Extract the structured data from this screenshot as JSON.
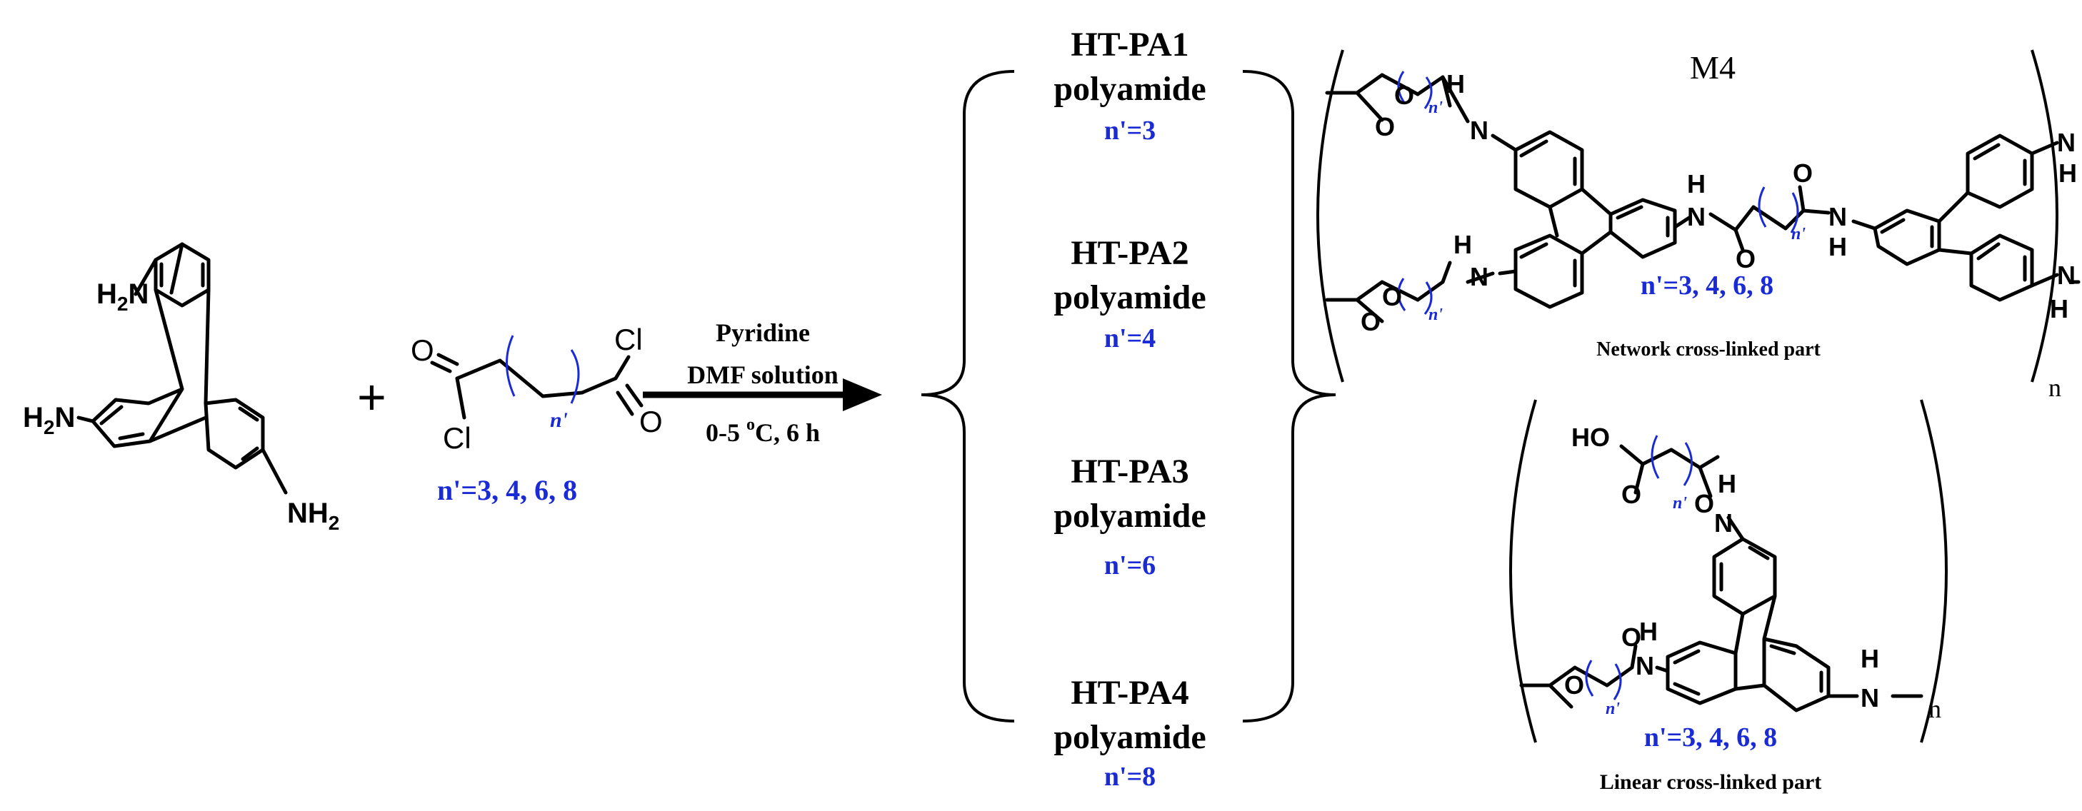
{
  "reactants": {
    "triamine_labels": [
      "H2N",
      "H2N",
      "NH2"
    ],
    "plus_sign": "+",
    "acid_chloride": {
      "atoms": {
        "cl_top": "Cl",
        "o_right": "O",
        "o_left": "O",
        "cl_bottom": "Cl"
      },
      "repeat_label": "n'",
      "n_values": "n'=3, 4, 6, 8"
    }
  },
  "conditions": {
    "line1": "Pyridine",
    "line2": "DMF solution",
    "line3_prefix": "0-5 ",
    "line3_super": "o",
    "line3_suffix": "C, 6 h"
  },
  "products": [
    {
      "name": "HT-PA1",
      "type": "polyamide",
      "n": "n'=3"
    },
    {
      "name": "HT-PA2",
      "type": "polyamide",
      "n": "n'=4"
    },
    {
      "name": "HT-PA3",
      "type": "polyamide",
      "n": "n'=6"
    },
    {
      "name": "HT-PA4",
      "type": "polyamide",
      "n": "n'=8"
    }
  ],
  "network": {
    "title": "M4",
    "n_values": "n'=3, 4, 6, 8",
    "caption": "Network cross-linked part",
    "subscript": "n",
    "repeat_label": "n'",
    "atoms": {
      "o": "O",
      "nh": "N",
      "h": "H"
    }
  },
  "linear": {
    "n_values": "n'=3, 4, 6, 8",
    "caption": "Linear cross-linked part",
    "subscript": "n",
    "repeat_label": "n'",
    "ho": "HO",
    "atoms": {
      "o": "O",
      "n": "N",
      "h": "H"
    }
  }
}
